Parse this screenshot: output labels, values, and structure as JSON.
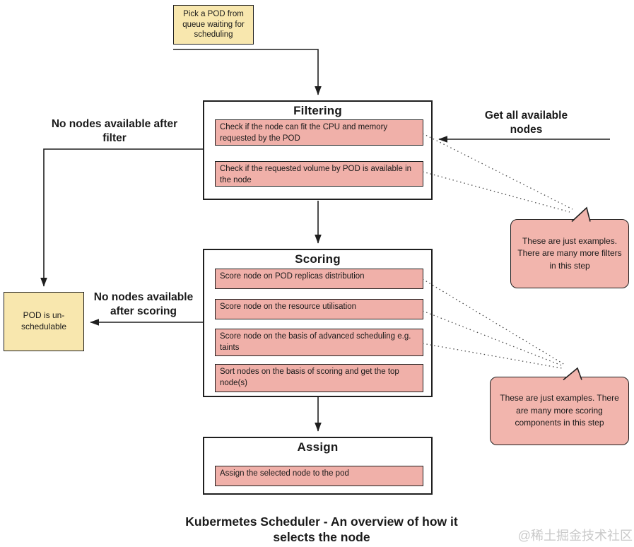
{
  "colors": {
    "border": "#1f1f1f",
    "node_yellow": "#f8e7ae",
    "node_pink": "#f0b0a9",
    "callout_pink": "#f2b5ad",
    "connector_dotted": "#4a4a4a",
    "watermark_gray": "#c9c9c9"
  },
  "diagram": {
    "start_node": {
      "label": "Pick a POD from queue waiting for scheduling"
    },
    "stages": {
      "filtering": {
        "title": "Filtering",
        "items": [
          "Check if the node can fit the CPU and memory requested by the POD",
          "Check if the requested volume by POD is available in the node"
        ]
      },
      "scoring": {
        "title": "Scoring",
        "items": [
          "Score node on POD replicas distribution",
          "Score node on the resource utilisation",
          "Score node on the basis of advanced scheduling e.g. taints",
          "Sort nodes on the basis of scoring and get the top node(s)"
        ]
      },
      "assign": {
        "title": "Assign",
        "items": [
          "Assign the selected node to the pod"
        ]
      }
    },
    "terminal_node": {
      "label": "POD is un-schedulable"
    },
    "edge_labels": {
      "no_nodes_after_filter": "No nodes available after filter",
      "no_nodes_after_scoring": "No nodes available after scoring",
      "get_all_nodes": "Get all available nodes"
    },
    "callouts": {
      "filters_note": "These are just examples. There are many more filters in this step",
      "scoring_note": "These are just examples. There are many more scoring components in this step"
    },
    "title_lines": [
      "Kubermetes Scheduler - An overview of how it",
      "selects the node"
    ],
    "watermark": "@稀土掘金技术社区"
  }
}
